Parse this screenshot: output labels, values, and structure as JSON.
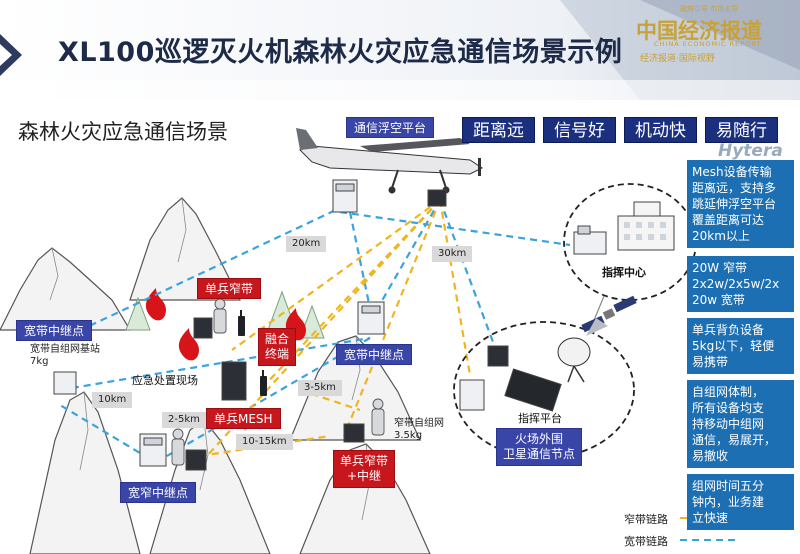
{
  "header": {
    "title": "XL100巡逻灭火机森林火灾应急通信场景示例",
    "scene_title": "森林火灾应急通信场景",
    "logo_main": "中国经济报道",
    "logo_en": "CHINA ECONOMIC REPORT",
    "logo_sub": "经济报道·国际视野",
    "logo_top": "政府引导 市场主导",
    "brand": "Hytera"
  },
  "features": [
    "距离远",
    "信号好",
    "机动快",
    "易随行"
  ],
  "nodes": {
    "platform": "通信浮空平台",
    "broadband_relay_left": "宽带中继点",
    "broadband_relay_mid": "宽带中继点",
    "wide_narrow_relay": "宽窄中继点",
    "single_narrow": "单兵窄带",
    "fusion_terminal_1": "融合",
    "fusion_terminal_2": "终端",
    "single_mesh": "单兵MESH",
    "single_narrow_relay_1": "单兵窄带",
    "single_narrow_relay_2": "+中继",
    "satellite_1": "火场外围",
    "satellite_2": "卫星通信节点"
  },
  "labels": {
    "base_station_1": "宽带自组网基站",
    "base_station_2": "7kg",
    "scene": "应急处置现场",
    "narrow_net_1": "窄带自组网",
    "narrow_net_2": "3.5kg",
    "command_center": "指挥中心",
    "command_platform": "指挥平台"
  },
  "distances": {
    "d20km": "20km",
    "d30km": "30km",
    "d10km": "10km",
    "d3_5km": "3-5km",
    "d2_5km": "2-5km",
    "d10_15km": "10-15km"
  },
  "side_panel": [
    {
      "lines": [
        "Mesh设备传输",
        "距离远，支持多",
        "跳延伸浮空平台",
        "覆盖距离可达",
        "20km以上"
      ]
    },
    {
      "lines": [
        "20W 窄带",
        "2x2w/2x5w/2x",
        "20w 宽带"
      ]
    },
    {
      "lines": [
        "单兵背负设备",
        "5kg以下，轻便",
        "易携带"
      ]
    },
    {
      "lines": [
        "自组网体制，",
        "所有设备均支",
        "持移动中组网",
        "通信，易展开，",
        "易撤收"
      ]
    },
    {
      "lines": [
        "组网时间五分",
        "钟内，业务建",
        "立快速"
      ]
    }
  ],
  "legend": {
    "narrow": "窄带链路",
    "wide": "宽带链路",
    "narrow_color": "#f0b51e",
    "wide_color": "#3aa3dc"
  },
  "colors": {
    "accent_dark": "#1b2f7f",
    "node_blue": "#3a45a8",
    "node_red": "#c8161d",
    "side_blue": "#1d6fb3",
    "gold": "#c9a237"
  }
}
